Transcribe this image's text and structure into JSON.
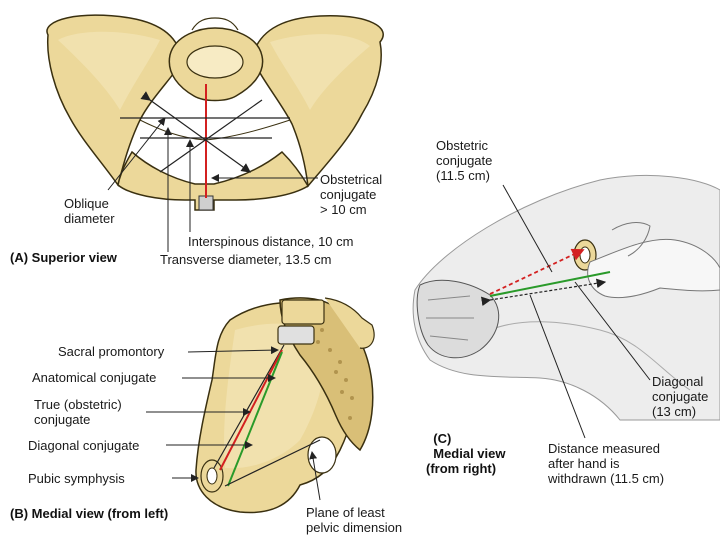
{
  "panels": {
    "a": {
      "caption_letter": "(A)",
      "caption_view": "Superior view",
      "labels": {
        "oblique_diameter": "Oblique\ndiameter",
        "obstetrical_conjugate": "Obstetrical\nconjugate\n> 10 cm",
        "interspinous_distance": "Interspinous distance, 10 cm",
        "transverse_diameter": "Transverse diameter, 13.5 cm"
      }
    },
    "b": {
      "caption_letter": "(B)",
      "caption_view": "Medial view (from left)",
      "labels": {
        "sacral_promontory": "Sacral promontory",
        "anatomical_conjugate": "Anatomical conjugate",
        "true_conjugate": "True (obstetric)\nconjugate",
        "diagonal_conjugate": "Diagonal conjugate",
        "pubic_symphysis": "Pubic symphysis",
        "plane_least_pelvic": "Plane of least\npelvic dimension"
      }
    },
    "c": {
      "caption_letter": "(C)",
      "caption_view": "Medial view\n(from right)",
      "labels": {
        "obstetric_conjugate": "Obstetric\nconjugate\n(11.5 cm)",
        "diagonal_conjugate": "Diagonal\nconjugate\n(13 cm)",
        "distance_measured": "Distance measured\nafter hand is\nwithdrawn (11.5 cm)"
      }
    }
  },
  "colors": {
    "bone": "#ecd89a",
    "bone_outline": "#3a3010",
    "bone_shade": "#c9b066",
    "spongy": "#b89a55",
    "soft_tissue": "#f2f2f2",
    "red_line": "#d32020",
    "green_line": "#2a9a2a",
    "leader": "#222222"
  }
}
